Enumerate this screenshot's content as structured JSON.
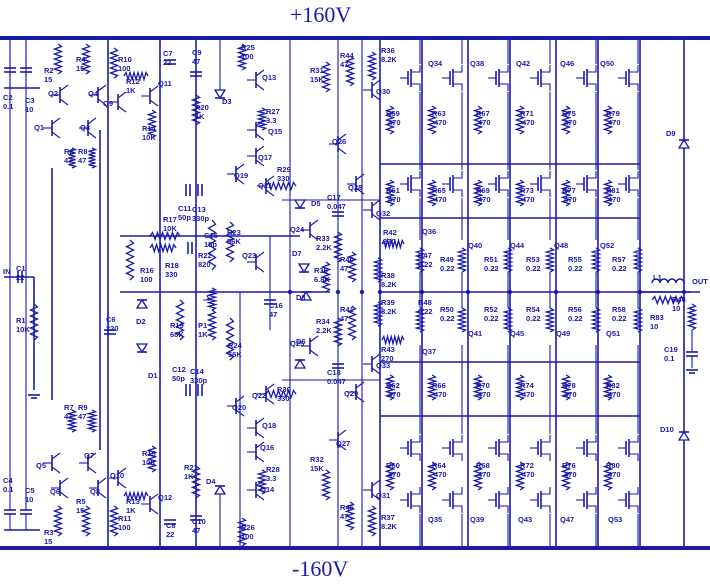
{
  "rails": {
    "positive": "+160V",
    "negative": "-160V"
  },
  "io": {
    "input": "IN",
    "output": "OUT"
  },
  "colors": {
    "ink": "#1a1aa8",
    "background": "#ffffff"
  },
  "components": {
    "input_stage": [
      {
        "ref": "C1",
        "value": "22"
      },
      {
        "ref": "R1",
        "value": "10K"
      },
      {
        "ref": "C2",
        "value": "0.1"
      },
      {
        "ref": "C3",
        "value": "10"
      },
      {
        "ref": "C4",
        "value": "0.1"
      },
      {
        "ref": "C5",
        "value": "10"
      },
      {
        "ref": "R2",
        "value": "15"
      },
      {
        "ref": "R3",
        "value": "15"
      },
      {
        "ref": "R4",
        "value": "15"
      },
      {
        "ref": "R5",
        "value": "15"
      },
      {
        "ref": "R6",
        "value": "47"
      },
      {
        "ref": "R7",
        "value": "47"
      },
      {
        "ref": "R8",
        "value": "47"
      },
      {
        "ref": "R9",
        "value": "47"
      },
      {
        "ref": "R10",
        "value": "100"
      },
      {
        "ref": "R11",
        "value": "100"
      },
      {
        "ref": "R12",
        "value": "1K"
      },
      {
        "ref": "R13",
        "value": "1K"
      },
      {
        "ref": "R14",
        "value": "10K"
      },
      {
        "ref": "R15",
        "value": "10K"
      },
      {
        "ref": "C6",
        "value": "220"
      }
    ],
    "driver_stage": [
      {
        "ref": "C7",
        "value": "22"
      },
      {
        "ref": "C8",
        "value": "22"
      },
      {
        "ref": "C9",
        "value": "47"
      },
      {
        "ref": "C10",
        "value": "47"
      },
      {
        "ref": "C11",
        "value": "50p"
      },
      {
        "ref": "C12",
        "value": "50p"
      },
      {
        "ref": "C13",
        "value": "330p"
      },
      {
        "ref": "C14",
        "value": "330p"
      },
      {
        "ref": "C15",
        "value": "15p"
      },
      {
        "ref": "C16",
        "value": "47"
      },
      {
        "ref": "C17",
        "value": "0.047"
      },
      {
        "ref": "C18",
        "value": "0.047"
      },
      {
        "ref": "R16",
        "value": "100"
      },
      {
        "ref": "R17",
        "value": "10K"
      },
      {
        "ref": "R18",
        "value": "330"
      },
      {
        "ref": "R19",
        "value": "68K"
      },
      {
        "ref": "R20",
        "value": "1K"
      },
      {
        "ref": "R21",
        "value": "1K"
      },
      {
        "ref": "R22",
        "value": "820"
      },
      {
        "ref": "R23",
        "value": "56K"
      },
      {
        "ref": "R24",
        "value": "56K"
      },
      {
        "ref": "R25",
        "value": "100"
      },
      {
        "ref": "R26",
        "value": "100"
      },
      {
        "ref": "R27",
        "value": "3.3"
      },
      {
        "ref": "R28",
        "value": "3.3"
      },
      {
        "ref": "R29",
        "value": "330"
      },
      {
        "ref": "R30",
        "value": "330"
      },
      {
        "ref": "R31",
        "value": "15K"
      },
      {
        "ref": "R32",
        "value": "15K"
      },
      {
        "ref": "R33",
        "value": "2.2K"
      },
      {
        "ref": "R34",
        "value": "2.2K"
      },
      {
        "ref": "R35",
        "value": "6.8K"
      },
      {
        "ref": "R36",
        "value": "8.2K"
      },
      {
        "ref": "R37",
        "value": "8.2K"
      },
      {
        "ref": "R38",
        "value": "8.2K"
      },
      {
        "ref": "R39",
        "value": "8.2K"
      },
      {
        "ref": "R40",
        "value": "47"
      },
      {
        "ref": "R41",
        "value": "47"
      },
      {
        "ref": "R42",
        "value": "270"
      },
      {
        "ref": "R43",
        "value": "270"
      },
      {
        "ref": "R44",
        "value": "47"
      },
      {
        "ref": "R45",
        "value": "47"
      },
      {
        "ref": "P1",
        "value": "1K"
      }
    ],
    "output_stage": [
      {
        "ref": "R46",
        "value": "10"
      },
      {
        "ref": "R47",
        "value": "0.22"
      },
      {
        "ref": "R48",
        "value": "0.22"
      },
      {
        "ref": "R49",
        "value": "0.22"
      },
      {
        "ref": "R50",
        "value": "0.22"
      },
      {
        "ref": "R51",
        "value": "0.22"
      },
      {
        "ref": "R52",
        "value": "0.22"
      },
      {
        "ref": "R53",
        "value": "0.22"
      },
      {
        "ref": "R54",
        "value": "0.22"
      },
      {
        "ref": "R55",
        "value": "0.22"
      },
      {
        "ref": "R56",
        "value": "0.22"
      },
      {
        "ref": "R57",
        "value": "0.22"
      },
      {
        "ref": "R58",
        "value": "0.22"
      },
      {
        "ref": "C19",
        "value": "0.1"
      },
      {
        "ref": "L1",
        "value": ""
      },
      {
        "ref": "R83",
        "value": "10"
      }
    ]
  },
  "gate_resistors": {
    "upper": [
      "R59",
      "R61",
      "R63",
      "R65",
      "R67",
      "R69",
      "R71",
      "R73",
      "R75",
      "R77",
      "R79",
      "R81"
    ],
    "lower": [
      "R60",
      "R62",
      "R64",
      "R66",
      "R68",
      "R70",
      "R72",
      "R74",
      "R76",
      "R78",
      "R80",
      "R82"
    ],
    "value": "470"
  },
  "transistors": {
    "input_pairs": [
      "Q1",
      "Q2",
      "Q3",
      "Q4",
      "Q5",
      "Q6",
      "Q7",
      "Q8",
      "Q9",
      "Q10",
      "Q11",
      "Q12"
    ],
    "driver": [
      "Q13",
      "Q14",
      "Q15",
      "Q16",
      "Q17",
      "Q18",
      "Q19",
      "Q20",
      "Q21",
      "Q22",
      "Q23",
      "Q24",
      "Q25",
      "Q26",
      "Q27",
      "Q28",
      "Q29",
      "Q30",
      "Q31",
      "Q32",
      "Q33"
    ],
    "output_upper": [
      "Q34",
      "Q36",
      "Q38",
      "Q40",
      "Q42",
      "Q44",
      "Q46",
      "Q48",
      "Q50",
      "Q52"
    ],
    "output_lower": [
      "Q35",
      "Q37",
      "Q39",
      "Q41",
      "Q43",
      "Q45",
      "Q47",
      "Q49",
      "Q51",
      "Q53"
    ]
  },
  "diodes": [
    "D1",
    "D2",
    "D3",
    "D4",
    "D5",
    "D6",
    "D7",
    "D8",
    "D9",
    "D10"
  ]
}
